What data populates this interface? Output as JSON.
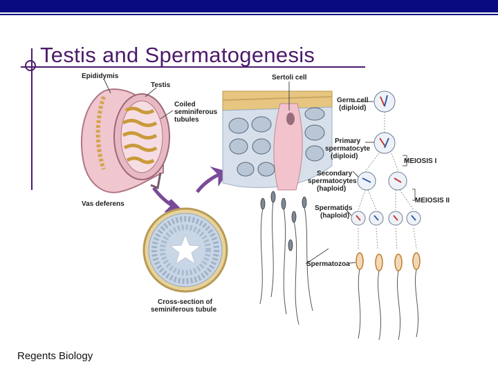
{
  "slide": {
    "title": "Testis and Spermatogenesis",
    "footer": "Regents Biology"
  },
  "labels": {
    "epididymis": "Epididymis",
    "testis": "Testis",
    "coiled_1": "Coiled",
    "coiled_2": "seminiferous",
    "coiled_3": "tubules",
    "vas_deferens": "Vas deferens",
    "cross_1": "Cross-section of",
    "cross_2": "seminiferous tubule",
    "sertoli": "Sertoli cell",
    "germ_1": "Germ cell",
    "germ_2": "(diploid)",
    "primary_1": "Primary",
    "primary_2": "spermatocyte",
    "primary_3": "(diploid)",
    "meiosis_1": "MEIOSIS I",
    "secondary_1": "Secondary",
    "secondary_2": "spermatocytes",
    "secondary_3": "(haploid)",
    "meiosis_2": "MEIOSIS II",
    "spermatids_1": "Spermatids",
    "spermatids_2": "(haploid)",
    "spermatozoa": "Spermatozoa"
  },
  "colors": {
    "header": "#0a0a80",
    "title": "#4b1a6b",
    "arrow": "#7a4a9a"
  }
}
